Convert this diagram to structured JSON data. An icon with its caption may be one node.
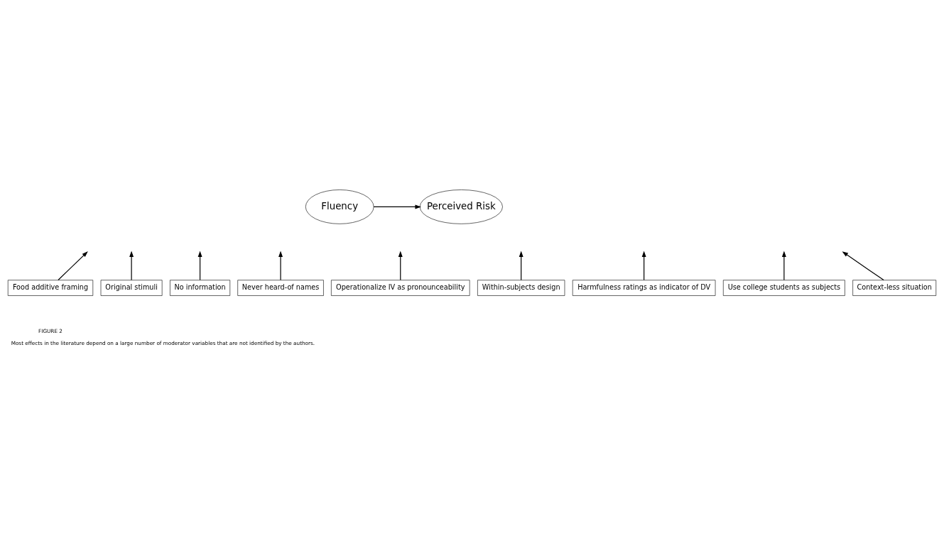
{
  "diagram": {
    "caption": "Most effects in the literature depend on a large number of moderator variables that are not identified by the authors.",
    "nodes": [
      {
        "text": [
          "Fluency"
        ]
      },
      {
        "text": [
          "Perceived Risk"
        ]
      },
      {
        "text": [
          "Food additive framing"
        ]
      },
      {
        "text": [
          "Original stimuli"
        ]
      },
      {
        "text": [
          "No information"
        ]
      },
      {
        "text": [
          "Never heard-of names"
        ]
      },
      {
        "text": [
          "Operationalize IV as pronounceability"
        ]
      },
      {
        "text": [
          "Within-subjects design"
        ]
      },
      {
        "text": [
          "Harmfulness ratings as indicator of DV"
        ]
      },
      {
        "text": [
          "Use college students as subjects"
        ]
      },
      {
        "text": [
          "Context-less situation"
        ]
      }
    ],
    "edges": [
      {
        "from": 0,
        "to": 1,
        "arrow": "to"
      },
      {
        "from": 2,
        "to": null,
        "arrow": "to"
      },
      {
        "from": 3,
        "to": null,
        "arrow": "to"
      },
      {
        "from": 4,
        "to": null,
        "arrow": "to"
      },
      {
        "from": 5,
        "to": null,
        "arrow": "to"
      },
      {
        "from": 6,
        "to": null,
        "arrow": "to"
      },
      {
        "from": 7,
        "to": null,
        "arrow": "to"
      },
      {
        "from": 8,
        "to": null,
        "arrow": "to"
      },
      {
        "from": 9,
        "to": null,
        "arrow": "to"
      },
      {
        "from": 10,
        "to": null,
        "arrow": "to"
      }
    ],
    "labels": [
      "FIGURE 2"
    ]
  }
}
